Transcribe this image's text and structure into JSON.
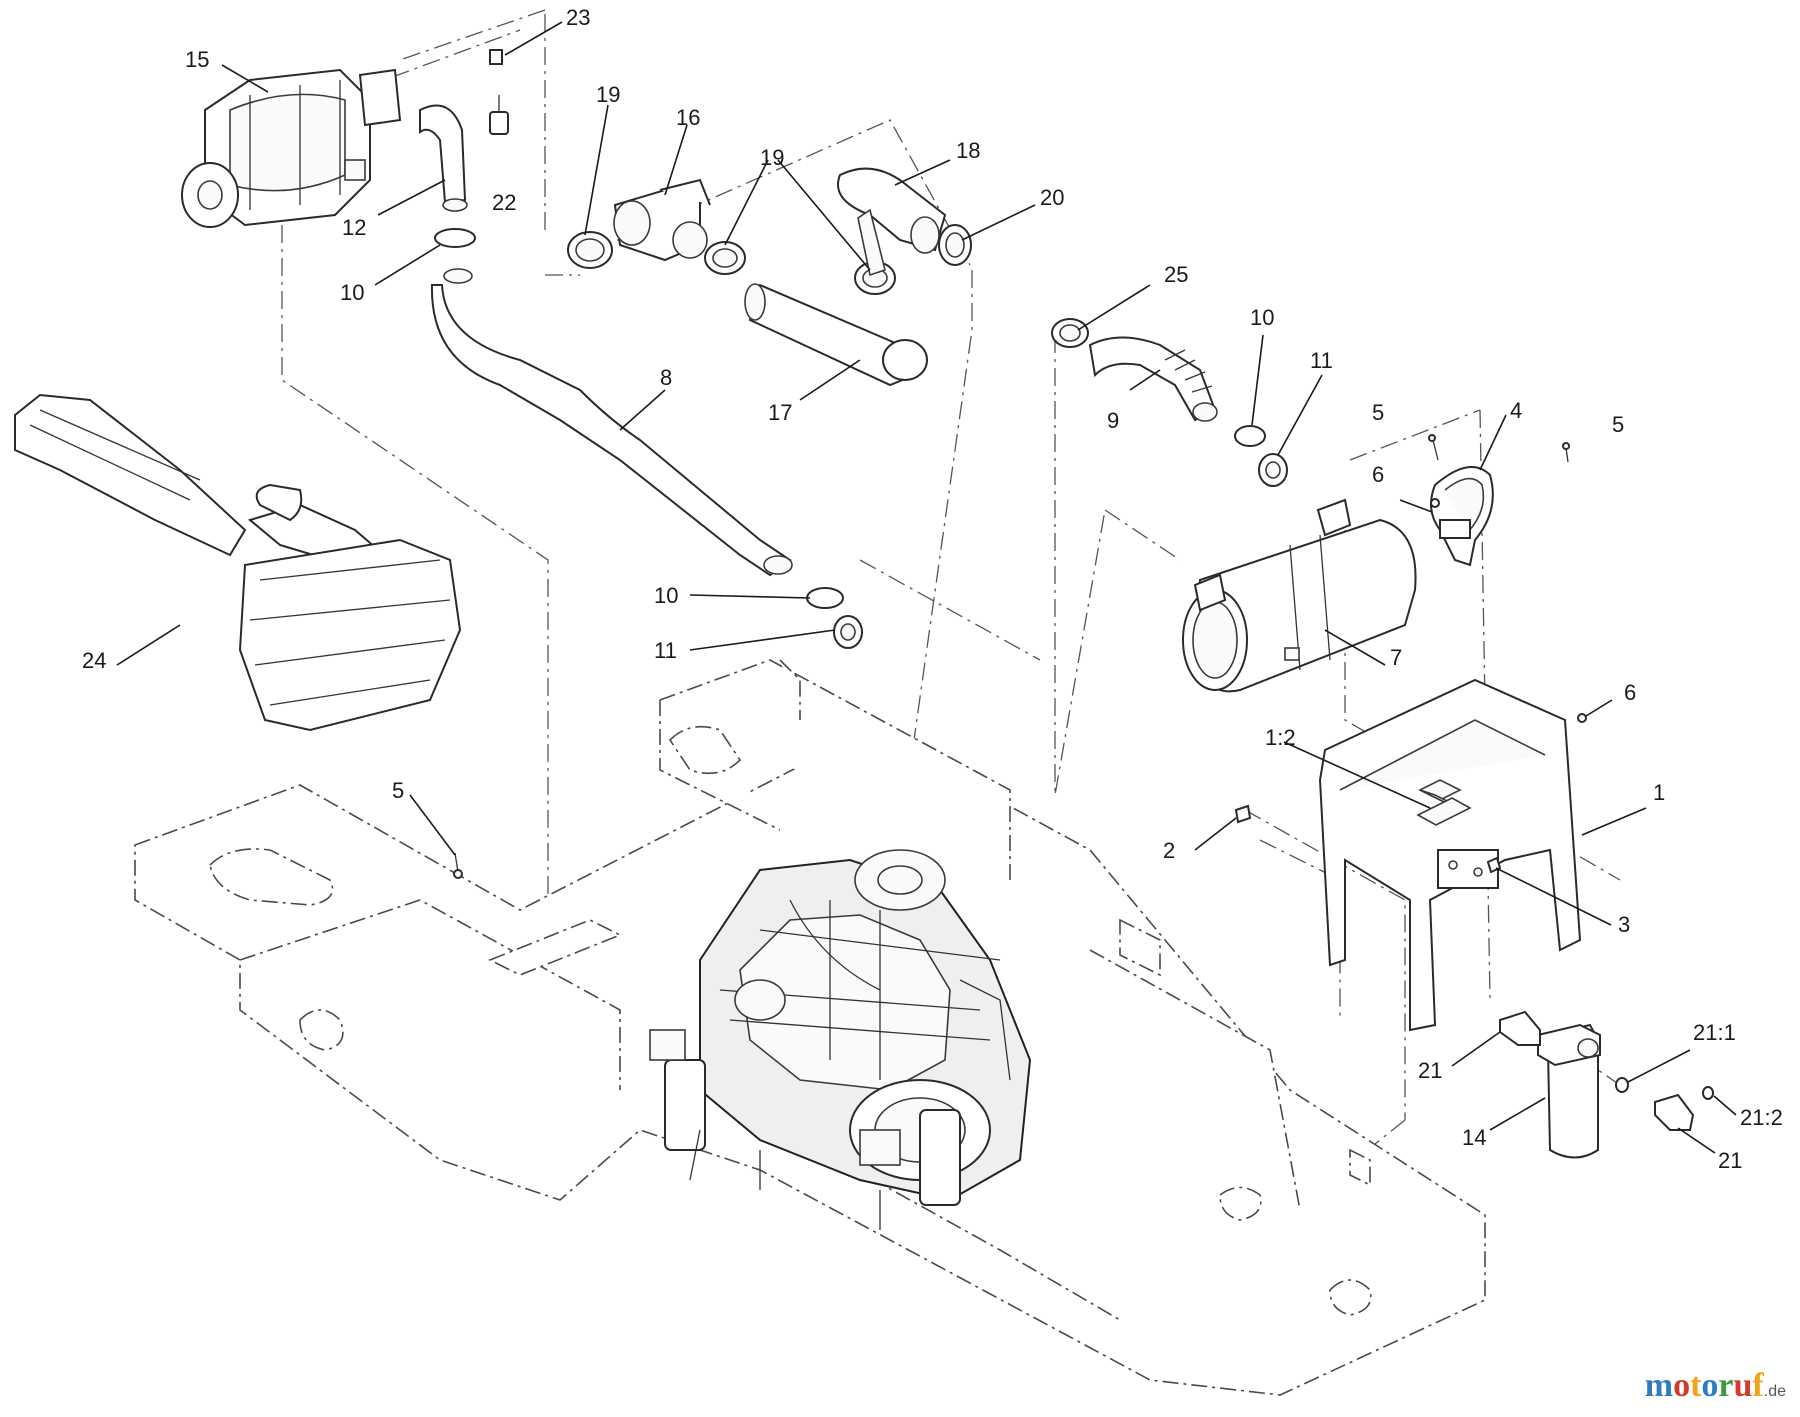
{
  "callouts": {
    "c15": "15",
    "c23": "23",
    "c19a": "19",
    "c16": "16",
    "c19b": "19",
    "c18": "18",
    "c20": "20",
    "c12": "12",
    "c22": "22",
    "c10a": "10",
    "c25": "25",
    "c10b": "10",
    "c11a": "11",
    "c8": "8",
    "c17": "17",
    "c9": "9",
    "c5a": "5",
    "c4": "4",
    "c5b": "5",
    "c6a": "6",
    "c24": "24",
    "c10c": "10",
    "c11b": "11",
    "c7": "7",
    "c6b": "6",
    "c12b": "1:2",
    "c1": "1",
    "c5c": "5",
    "c2": "2",
    "c3": "3",
    "c21a": "21",
    "c211": "21:1",
    "c212": "21:2",
    "c14": "14",
    "c21b": "21"
  },
  "watermark": {
    "letters": [
      "m",
      "o",
      "t",
      "o",
      "r",
      "u",
      "f"
    ],
    "colors": [
      "#2e7dbf",
      "#d63a2f",
      "#f0a419",
      "#2e7dbf",
      "#3a9b3a",
      "#d63a2f",
      "#f0a419"
    ],
    "suffix": ".de"
  }
}
